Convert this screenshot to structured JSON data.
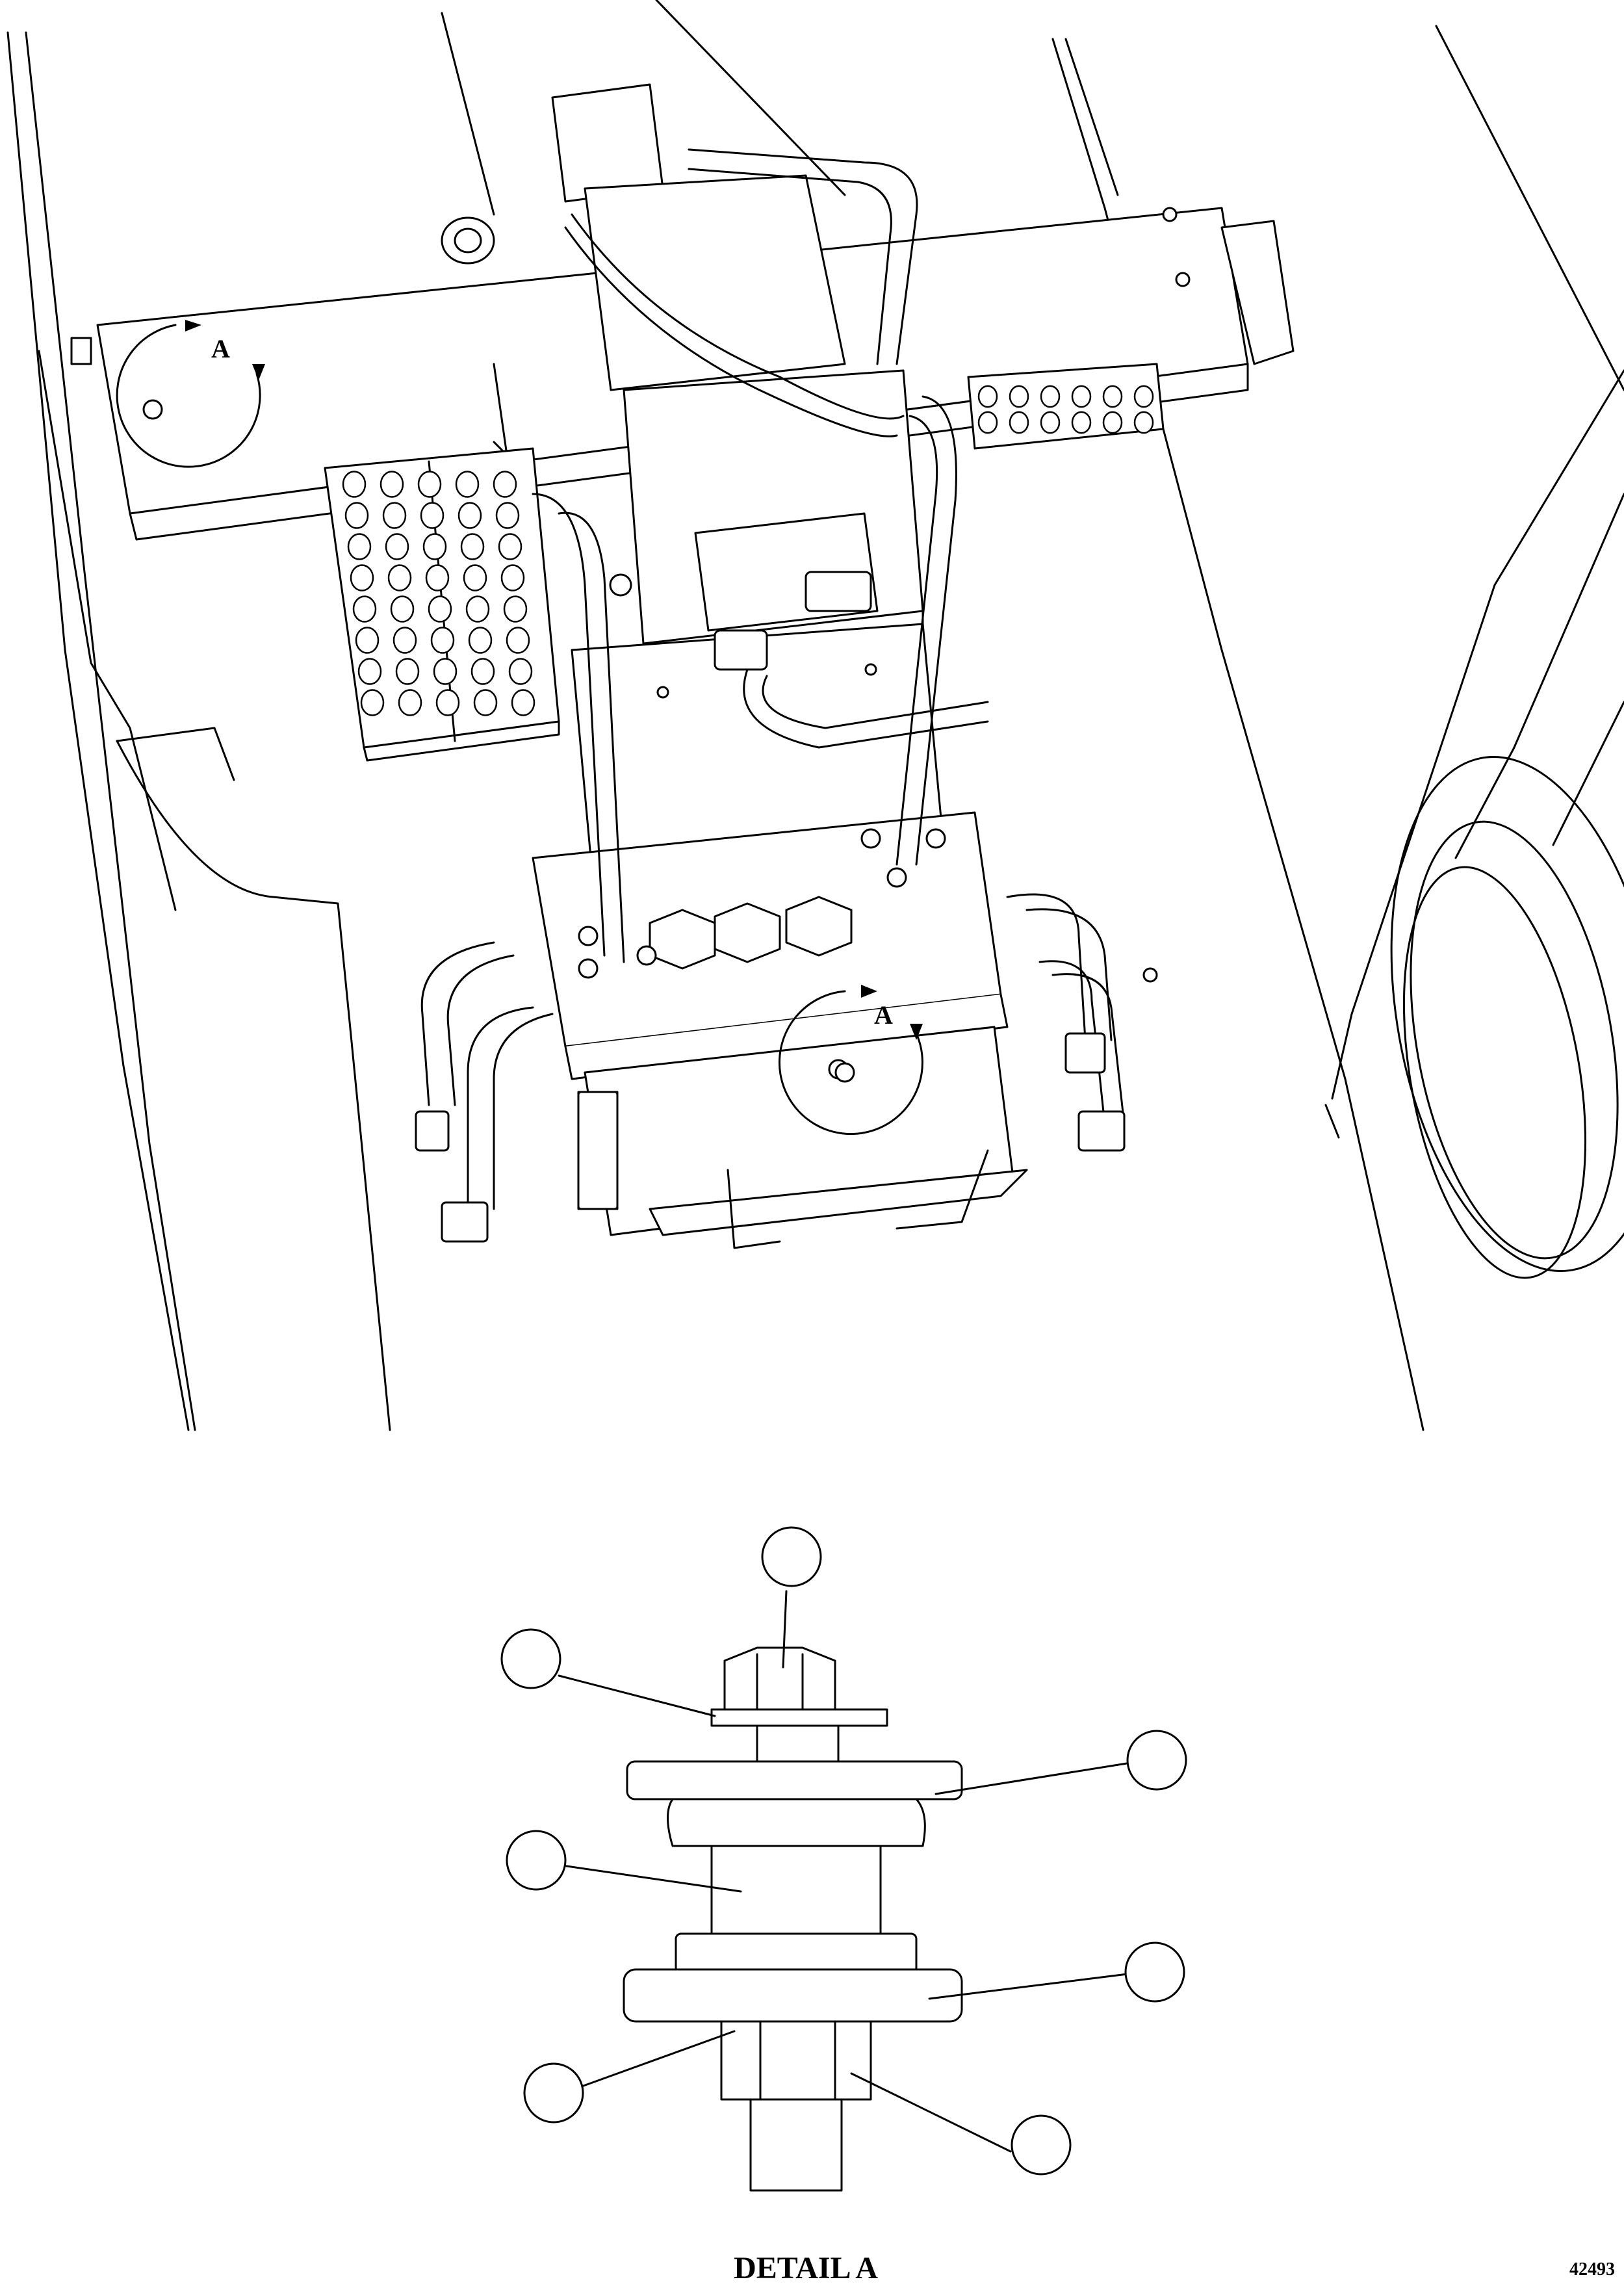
{
  "view_callouts": {
    "left_label": "A",
    "right_label": "A"
  },
  "detail": {
    "title": "DETAIL A",
    "callouts": [
      "",
      "",
      "",
      "",
      "",
      "",
      ""
    ]
  },
  "figure_number": "42493",
  "colors": {
    "line": "#000000",
    "background": "#ffffff"
  }
}
